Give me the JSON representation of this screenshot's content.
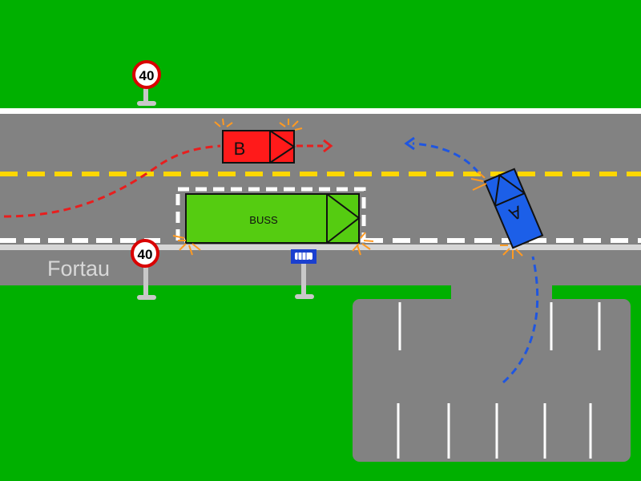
{
  "colors": {
    "grass": "#00b000",
    "road": "#828282",
    "line_white": "#ffffff",
    "line_yellow": "#ffd700",
    "car_b": "#ff1a1a",
    "car_a": "#1c5fe8",
    "bus": "#55cc11",
    "path_b": "#e81e1e",
    "path_a": "#1f56e0",
    "blinker": "#ff9a22",
    "sign_ring": "#d90000",
    "sign_post": "#c8c8c8",
    "bus_sign": "#1a3fcf"
  },
  "speed_sign_top": {
    "text": "40"
  },
  "speed_sign_bottom": {
    "text": "40"
  },
  "sidewalk": {
    "label": "Fortau"
  },
  "bus": {
    "label": "BUSS"
  },
  "car_b": {
    "label": "B"
  },
  "car_a": {
    "label": "A"
  },
  "icons": {
    "speed_limit": "speed-limit-sign-icon",
    "bus_stop": "bus-stop-sign-icon",
    "blinker": "turn-signal-icon"
  }
}
